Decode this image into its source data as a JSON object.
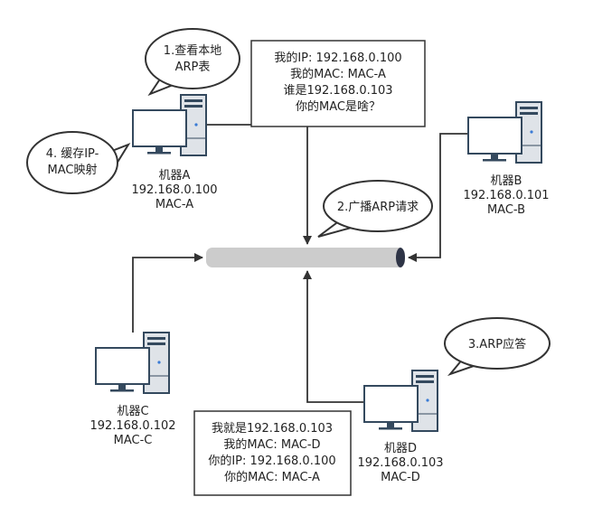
{
  "bubbles": {
    "step1": [
      "1.查看本地",
      "ARP表"
    ],
    "step2": [
      "2.广播ARP请求"
    ],
    "step3": [
      "3.ARP应答"
    ],
    "step4": [
      "4. 缓存IP-",
      "MAC映射"
    ]
  },
  "request_box": [
    "我的IP: 192.168.0.100",
    "我的MAC: MAC-A",
    "谁是192.168.0.103",
    "你的MAC是啥？"
  ],
  "reply_box": [
    "我就是192.168.0.103",
    "我的MAC: MAC-D",
    "你的IP: 192.168.0.100",
    "你的MAC: MAC-A"
  ],
  "machines": {
    "a": {
      "name": "机器A",
      "ip": "192.168.0.100",
      "mac": "MAC-A"
    },
    "b": {
      "name": "机器B",
      "ip": "192.168.0.101",
      "mac": "MAC-B"
    },
    "c": {
      "name": "机器C",
      "ip": "192.168.0.102",
      "mac": "MAC-C"
    },
    "d": {
      "name": "机器D",
      "ip": "192.168.0.103",
      "mac": "MAC-D"
    }
  },
  "colors": {
    "line": "#333333",
    "bus": "#cccccc",
    "bus_end": "#2e3446",
    "monitor": "#34495e",
    "tower": "#dfe3e8",
    "led": "#3a7bd5"
  }
}
